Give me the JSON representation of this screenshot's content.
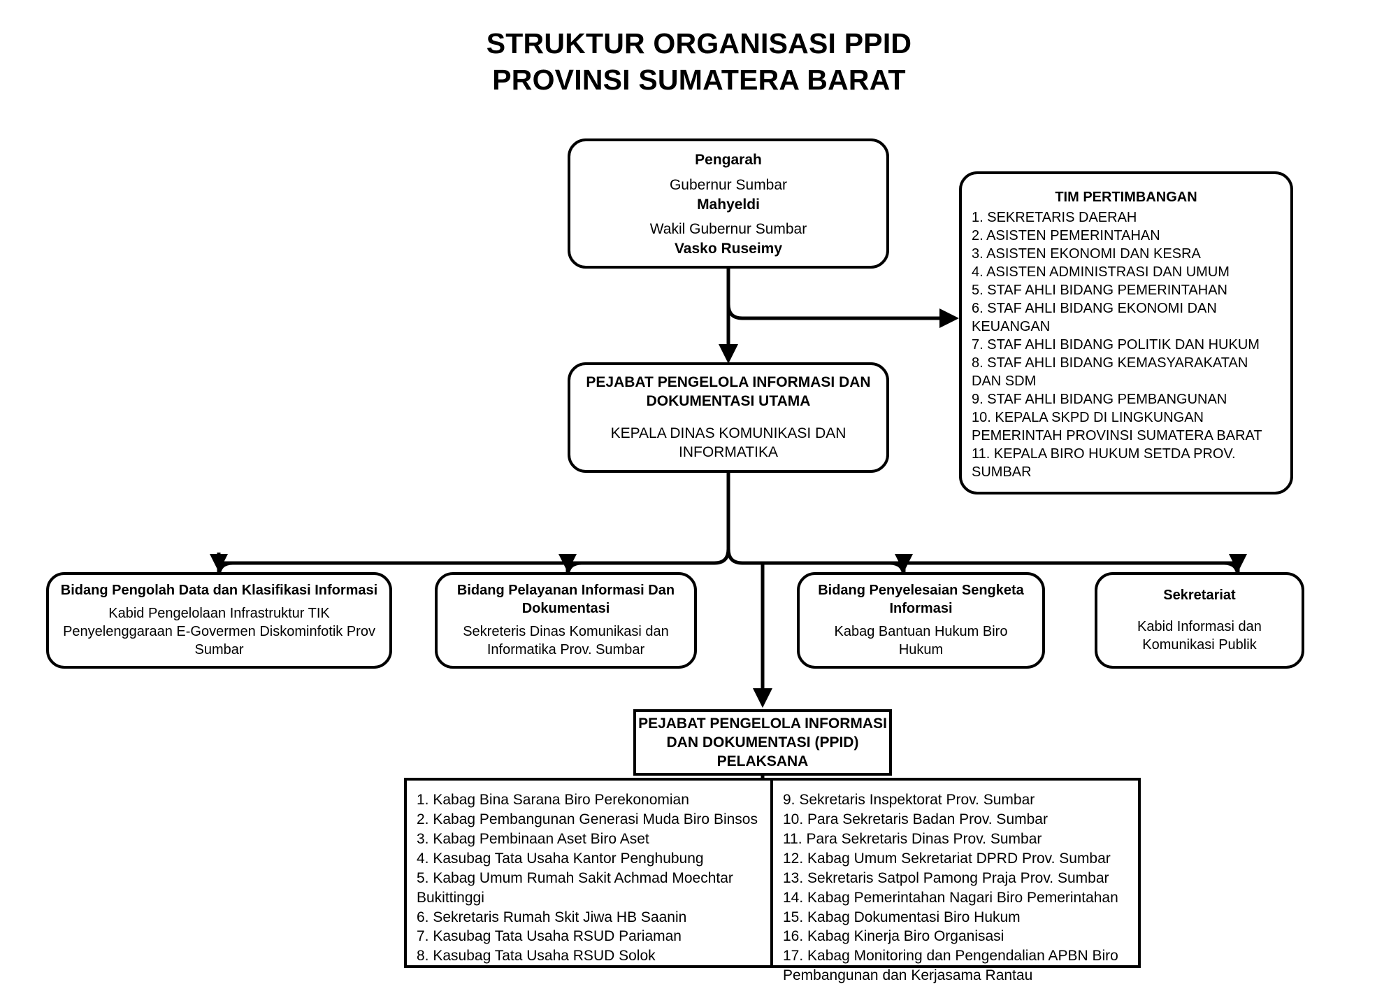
{
  "title": {
    "line1": "STRUKTUR ORGANISASI PPID",
    "line2": "PROVINSI SUMATERA BARAT"
  },
  "nodes": {
    "pengarah": {
      "header": "Pengarah",
      "role1_title": "Gubernur Sumbar",
      "role1_name": "Mahyeldi",
      "role2_title": "Wakil Gubernur Sumbar",
      "role2_name": "Vasko Ruseimy"
    },
    "tim_pertimbangan": {
      "title": "TIM PERTIMBANGAN",
      "items": [
        "1. SEKRETARIS DAERAH",
        "2. ASISTEN PEMERINTAHAN",
        "3. ASISTEN EKONOMI DAN KESRA",
        "4. ASISTEN ADMINISTRASI DAN UMUM",
        "5. STAF AHLI BIDANG PEMERINTAHAN",
        "6. STAF AHLI BIDANG EKONOMI DAN KEUANGAN",
        "7. STAF AHLI BIDANG POLITIK DAN HUKUM",
        "8. STAF AHLI BIDANG KEMASYARAKATAN DAN SDM",
        "9. STAF AHLI BIDANG PEMBANGUNAN",
        "10. KEPALA SKPD DI LINGKUNGAN PEMERINTAH PROVINSI SUMATERA BARAT",
        "11. KEPALA BIRO HUKUM SETDA PROV. SUMBAR"
      ]
    },
    "ppid_utama": {
      "header_line1": "PEJABAT PENGELOLA INFORMASI DAN",
      "header_line2": "DOKUMENTASI UTAMA",
      "subtitle": "KEPALA DINAS KOMUNIKASI DAN INFORMATIKA"
    },
    "bidang": [
      {
        "header": "Bidang Pengolah Data dan Klasifikasi Informasi",
        "subtitle": "Kabid Pengelolaan Infrastruktur TIK Penyelenggaraan E-Govermen Diskominfotik Prov Sumbar"
      },
      {
        "header": "Bidang Pelayanan Informasi Dan Dokumentasi",
        "subtitle": "Sekreteris Dinas Komunikasi dan Informatika Prov. Sumbar"
      },
      {
        "header": "Bidang Penyelesaian Sengketa Informasi",
        "subtitle": "Kabag Bantuan Hukum Biro Hukum"
      },
      {
        "header": "Sekretariat",
        "subtitle": "Kabid Informasi dan Komunikasi Publik"
      }
    ],
    "ppid_pelaksana": {
      "header_line1": "PEJABAT PENGELOLA INFORMASI",
      "header_line2": "DAN DOKUMENTASI (PPID)",
      "header_line3": "PELAKSANA",
      "left_items": [
        "1. Kabag Bina Sarana Biro Perekonomian",
        "2. Kabag Pembangunan Generasi Muda Biro Binsos",
        "3. Kabag Pembinaan Aset Biro Aset",
        "4. Kasubag Tata Usaha Kantor Penghubung",
        "5. Kabag Umum Rumah Sakit Achmad Moechtar Bukittinggi",
        "6. Sekretaris Rumah Skit Jiwa HB Saanin",
        "7. Kasubag Tata Usaha RSUD Pariaman",
        "8. Kasubag Tata Usaha RSUD Solok"
      ],
      "right_items": [
        "9. Sekretaris Inspektorat Prov. Sumbar",
        "10. Para Sekretaris Badan Prov. Sumbar",
        "11. Para Sekretaris Dinas Prov. Sumbar",
        "12. Kabag Umum Sekretariat DPRD Prov. Sumbar",
        "13. Sekretaris Satpol Pamong Praja Prov. Sumbar",
        "14. Kabag Pemerintahan Nagari Biro Pemerintahan",
        "15. Kabag Dokumentasi Biro Hukum",
        "16. Kabag Kinerja Biro Organisasi",
        "17. Kabag Monitoring dan Pengendalian APBN Biro Pembangunan dan Kerjasama Rantau"
      ]
    }
  },
  "colors": {
    "stroke": "#000000",
    "background": "#ffffff",
    "text": "#000000"
  }
}
